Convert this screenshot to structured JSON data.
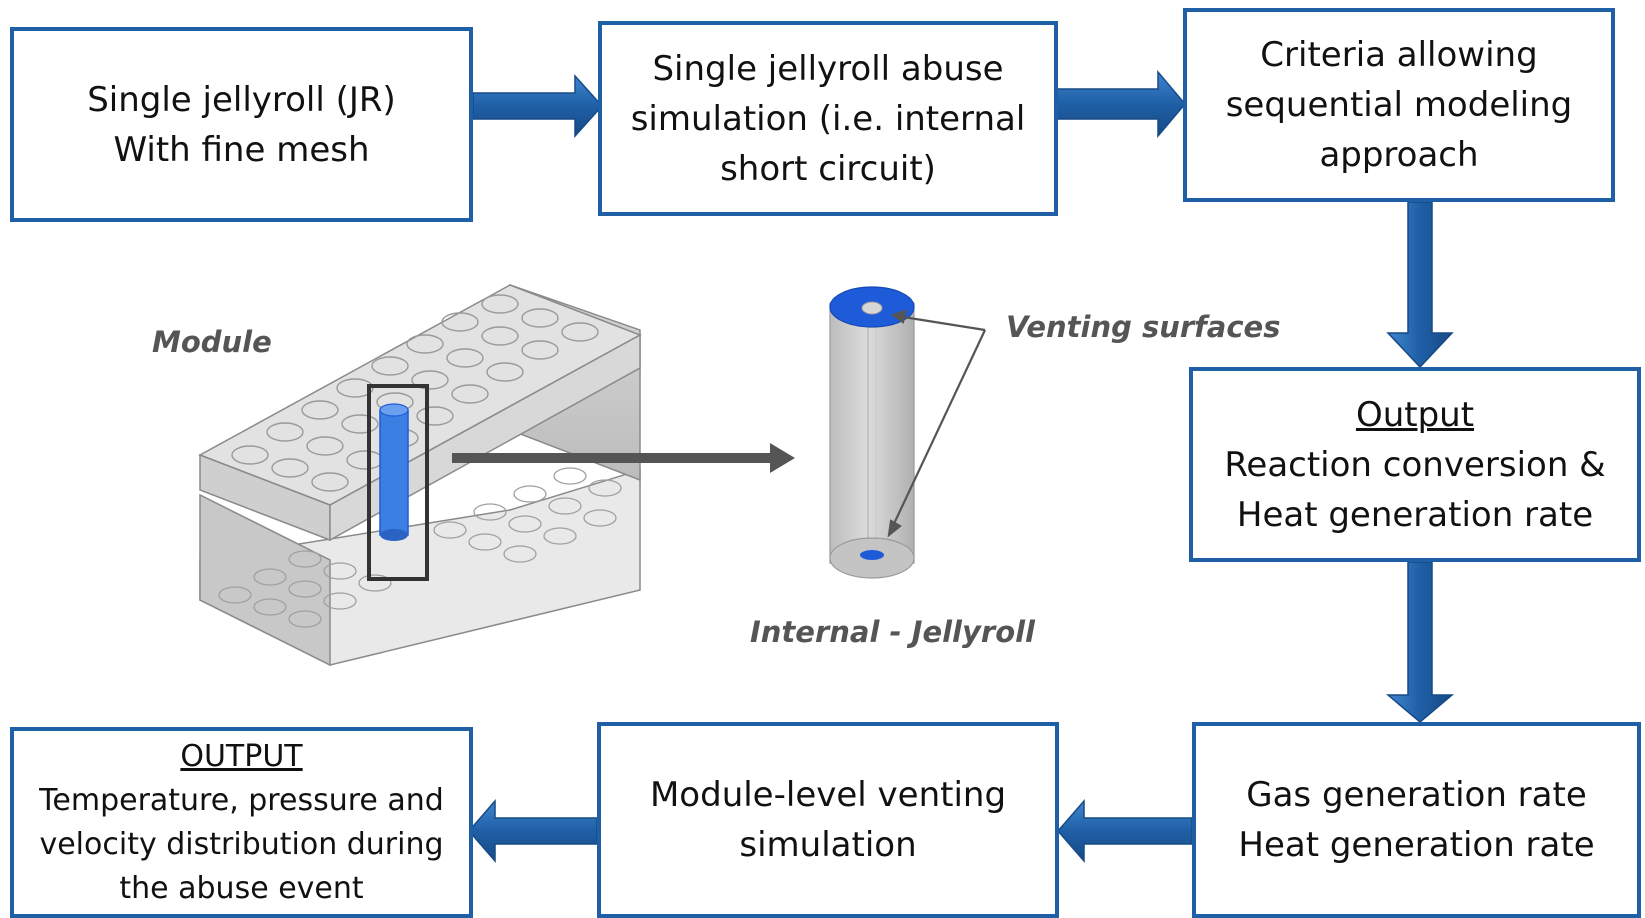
{
  "boxes": {
    "single_jr": {
      "line1": "Single jellyroll (JR)",
      "line2": "With fine mesh"
    },
    "abuse_sim": {
      "line1": "Single jellyroll abuse",
      "line2": "simulation (i.e. internal",
      "line3": "short circuit)"
    },
    "criteria": {
      "line1": "Criteria allowing",
      "line2": "sequential modeling",
      "line3": "approach"
    },
    "output1": {
      "heading": "Output",
      "line1": "Reaction conversion &",
      "line2": "Heat generation rate"
    },
    "gas_heat": {
      "line1": "Gas generation rate",
      "line2": "Heat generation rate"
    },
    "module_sim": {
      "line1": "Module-level venting",
      "line2": "simulation"
    },
    "output2": {
      "heading": "OUTPUT",
      "line1": "Temperature, pressure and",
      "line2": "velocity distribution during",
      "line3": "the abuse event"
    }
  },
  "labels": {
    "module": "Module",
    "internal": "Internal - Jellyroll",
    "venting": "Venting surfaces"
  },
  "colors": {
    "box_border": "#1f5fa6",
    "arrow": "#1f5fa6",
    "jellyroll_blue": "#1e5bd9",
    "module_gray": "#cfcfcf"
  }
}
